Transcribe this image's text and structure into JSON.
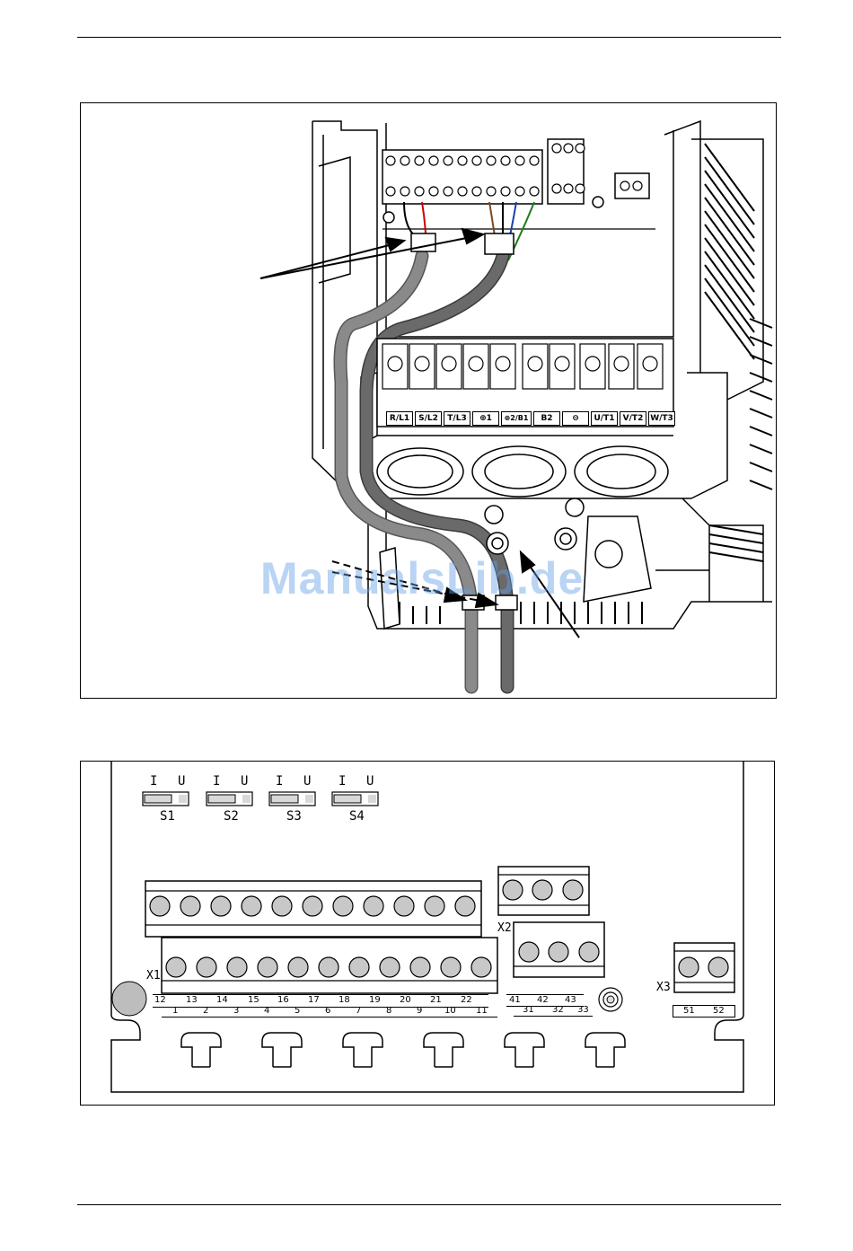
{
  "watermark": "ManualsLib.de",
  "top_figure": {
    "power_terminals": [
      "R/L1",
      "S/L2",
      "T/L3",
      "⊕1",
      "⊕2/B1",
      "B2",
      "⊖",
      "U/T1",
      "V/T2",
      "W/T3"
    ]
  },
  "bottom_figure": {
    "switches": [
      {
        "name": "S1",
        "left": "I",
        "right": "U"
      },
      {
        "name": "S2",
        "left": "I",
        "right": "U"
      },
      {
        "name": "S3",
        "left": "I",
        "right": "U"
      },
      {
        "name": "S4",
        "left": "I",
        "right": "U"
      }
    ],
    "connectors": {
      "x1": "X1",
      "x2": "X2",
      "x3": "X3"
    },
    "x1_top_row": [
      "12",
      "13",
      "14",
      "15",
      "16",
      "17",
      "18",
      "19",
      "20",
      "21",
      "22"
    ],
    "x1_bottom_row": [
      "1",
      "2",
      "3",
      "4",
      "5",
      "6",
      "7",
      "8",
      "9",
      "10",
      "11"
    ],
    "x2_top_row": [
      "41",
      "42",
      "43"
    ],
    "x2_bottom_row": [
      "31",
      "32",
      "33"
    ],
    "x3_row": [
      "51",
      "52"
    ]
  }
}
